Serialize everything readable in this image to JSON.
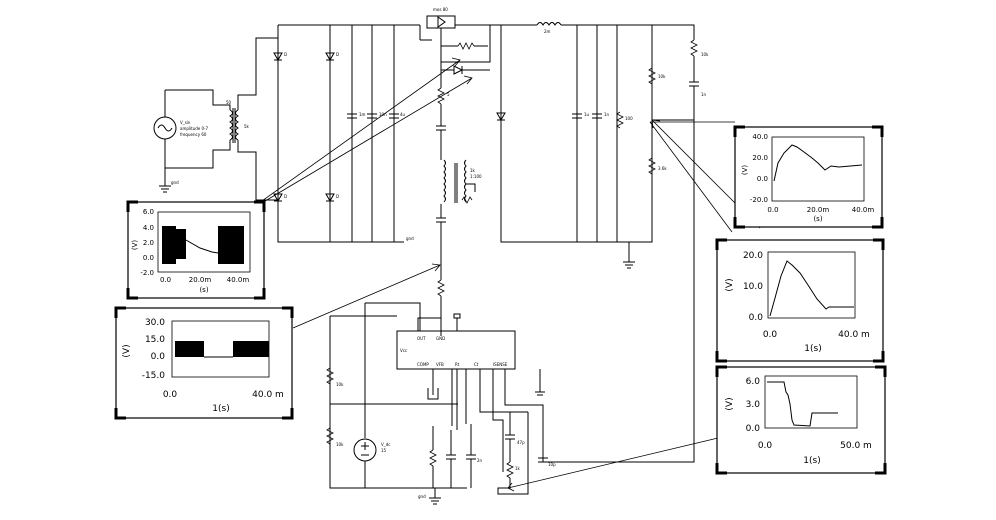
{
  "schematic": {
    "source": {
      "label_1": "V_sin",
      "label_2": "amplitude 0-7",
      "label_3": "frequency 60"
    },
    "transformer_labels": [
      "50",
      "5k",
      "1k",
      "1:100"
    ],
    "top_switch_label": "mos 80",
    "inductor_label": "2m",
    "diode_labels": [
      "D",
      "D",
      "D",
      "D"
    ],
    "resistor_labels": [
      "10k",
      "10k",
      "5",
      "1k",
      "10k",
      "3.6k",
      "100"
    ],
    "capacitor_labels": [
      "1m",
      "10n",
      "4u",
      "1u",
      "1n",
      "1n",
      "47p",
      "10p",
      "2n"
    ],
    "ground_label": "gnd",
    "ic_labels": [
      "Vcc",
      "OUT",
      "GND",
      "COMP",
      "VFB",
      "Rt",
      "Ct",
      "ISENSE"
    ],
    "dc_source": {
      "label_1": "V_dc",
      "label_2": "15"
    }
  },
  "scopes": [
    {
      "id": "scope-small-left",
      "y_unit": "(V)",
      "x_unit": "(s)",
      "y_ticks": [
        "6.0",
        "4.0",
        "2.0",
        "0.0",
        "-2.0"
      ],
      "x_ticks": [
        "0.0",
        "20.0m",
        "40.0m"
      ]
    },
    {
      "id": "scope-large-left",
      "y_unit": "(V)",
      "x_unit": "1(s)",
      "y_ticks": [
        "30.0",
        "15.0",
        "0.0",
        "-15.0"
      ],
      "x_ticks": [
        "0.0",
        "40.0 m"
      ]
    },
    {
      "id": "scope-small-right",
      "y_unit": "(V)",
      "x_unit": "(s)",
      "y_ticks": [
        "40.0",
        "20.0",
        "0.0",
        "-20.0"
      ],
      "x_ticks": [
        "0.0",
        "20.0m",
        "40.0m"
      ]
    },
    {
      "id": "scope-large-right-top",
      "y_unit": "(V)",
      "x_unit": "1(s)",
      "y_ticks": [
        "20.0",
        "10.0",
        "0.0"
      ],
      "x_ticks": [
        "0.0",
        "40.0 m"
      ]
    },
    {
      "id": "scope-large-right-bottom",
      "y_unit": "(V)",
      "x_unit": "1(s)",
      "y_ticks": [
        "6.0",
        "3.0",
        "0.0"
      ],
      "x_ticks": [
        "0.0",
        "50.0 m"
      ]
    }
  ]
}
